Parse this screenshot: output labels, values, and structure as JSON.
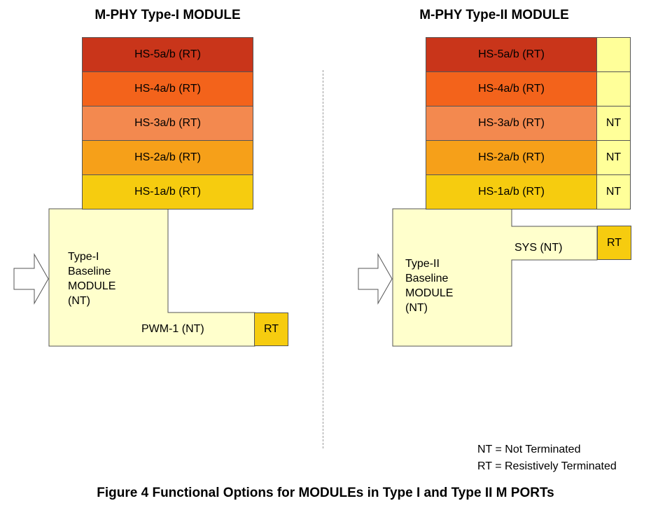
{
  "colors": {
    "hs5": "#C9351A",
    "hs4": "#F3631B",
    "hs3": "#F3894F",
    "hs2": "#F6A019",
    "hs1": "#F6CC0F",
    "baseline": "#FFFFCC",
    "nt_column": "#FFFF99",
    "rt": "#F6CC0F"
  },
  "type1": {
    "title": "M-PHY Type-I MODULE",
    "hs": [
      "HS-5a/b (RT)",
      "HS-4a/b (RT)",
      "HS-3a/b (RT)",
      "HS-2a/b (RT)",
      "HS-1a/b (RT)"
    ],
    "baseline_label": "Type-I\nBaseline\nMODULE\n(NT)",
    "pwm_label": "PWM-1 (NT)",
    "rt_label": "RT"
  },
  "type2": {
    "title": "M-PHY Type-II MODULE",
    "hs": [
      "HS-5a/b (RT)",
      "HS-4a/b (RT)",
      "HS-3a/b (RT)",
      "HS-2a/b (RT)",
      "HS-1a/b (RT)"
    ],
    "nt_cells": [
      "",
      "",
      "NT",
      "NT",
      "NT"
    ],
    "baseline_label": "Type-II\nBaseline\nMODULE\n(NT)",
    "sys_label": "SYS (NT)",
    "rt_label": "RT"
  },
  "legend": {
    "nt": "NT = Not Terminated",
    "rt": "RT = Resistively Terminated"
  },
  "caption": "Figure 4 Functional Options for MODULEs in Type I and Type II M PORTs"
}
